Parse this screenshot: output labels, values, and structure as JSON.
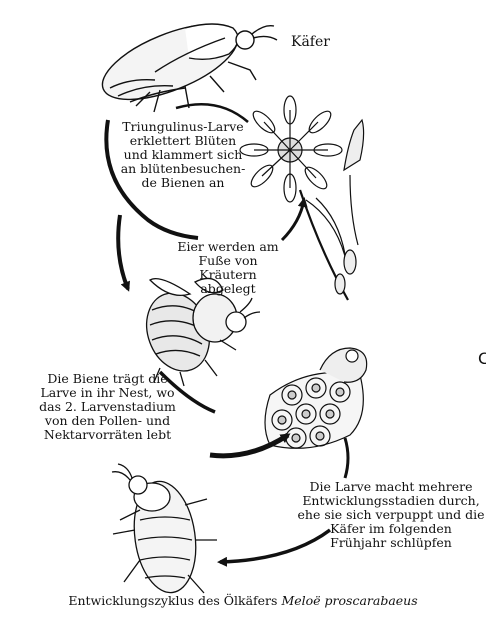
{
  "labels": {
    "kaefer": "Käfer",
    "triungulinus": "Triungulinus-Larve\nerklettert Blüten\nund klammert sich\nan blütenbesuchen-\nde Bienen an",
    "eier": "Eier werden am\nFuße von Kräutern\nabgelegt",
    "biene": "Die Biene trägt die\nLarve in ihr Nest, wo\ndas 2. Larvenstadium\nvon den Pollen- und\nNektarvorräten lebt",
    "larve": "Die Larve macht mehrere\nEntwicklungsstadien durch,\nehe sie sich verpuppt und die\nKäfer im folgenden\nFrühjahr schlüpfen",
    "side_fragment": "C"
  },
  "caption": {
    "prefix": "Entwicklungszyklus des Ölkäfers",
    "species": "Meloë proscarabaeus"
  },
  "colors": {
    "ink": "#111111",
    "background": "#ffffff"
  },
  "stages": [
    {
      "name": "adult-beetle-top",
      "icon": "oil-beetle"
    },
    {
      "name": "flower",
      "icon": "daisy-flower"
    },
    {
      "name": "bee",
      "icon": "honey-bee"
    },
    {
      "name": "honeycomb",
      "icon": "comb-cells"
    },
    {
      "name": "adult-beetle-bottom",
      "icon": "oil-beetle"
    }
  ]
}
